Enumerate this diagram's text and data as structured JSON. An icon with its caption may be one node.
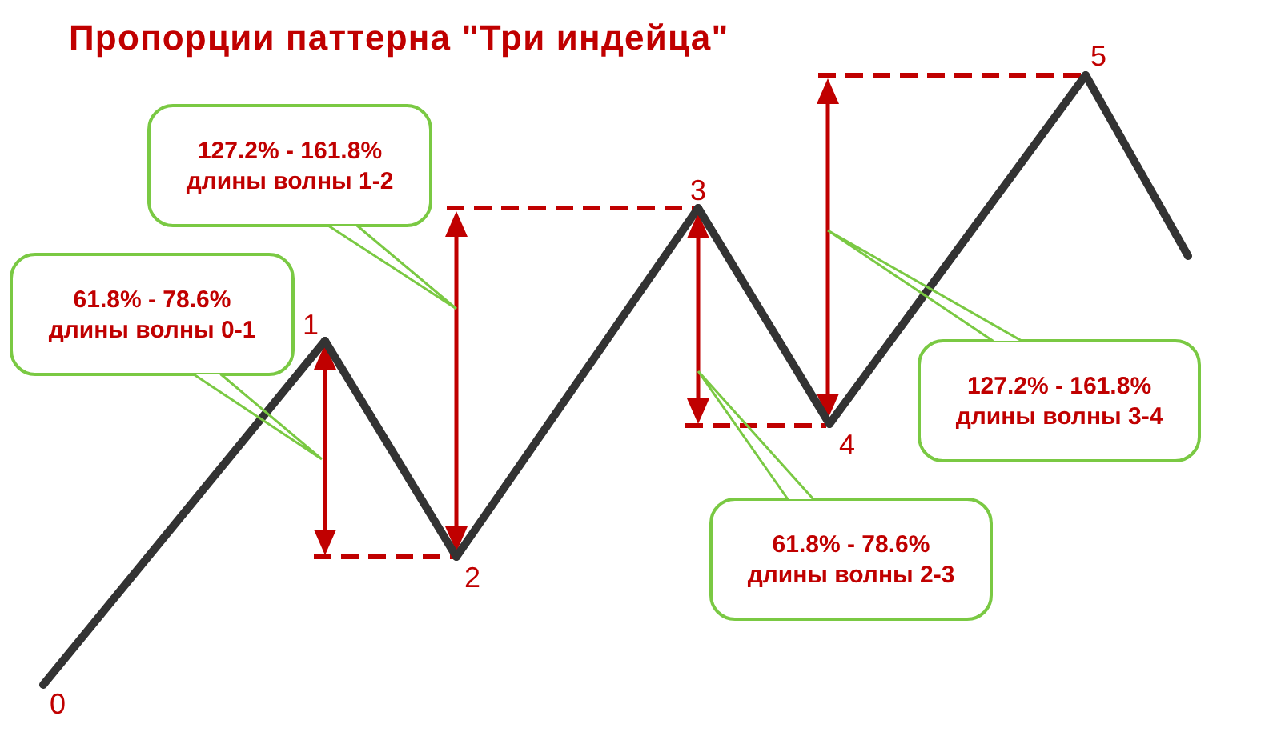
{
  "diagram": {
    "title": "Пропорции паттерна \"Три индейца\"",
    "nodes": [
      {
        "text": [
          "0"
        ]
      },
      {
        "text": [
          "1"
        ]
      },
      {
        "text": [
          "2"
        ]
      },
      {
        "text": [
          "3"
        ]
      },
      {
        "text": [
          "4"
        ]
      },
      {
        "text": [
          "5"
        ]
      },
      {
        "text": [
          "61.8% - 78.6% длины волны 0-1"
        ]
      },
      {
        "text": [
          "127.2% - 161.8% длины волны 1-2"
        ]
      },
      {
        "text": [
          "61.8% - 78.6% длины волны 2-3"
        ]
      },
      {
        "text": [
          "127.2% - 161.8% длины волны 3-4"
        ]
      }
    ],
    "edges": [
      {
        "from": 0,
        "to": 1,
        "arrow": "none"
      },
      {
        "from": 1,
        "to": 2,
        "arrow": "none"
      },
      {
        "from": 2,
        "to": 3,
        "arrow": "none"
      },
      {
        "from": 3,
        "to": 4,
        "arrow": "none"
      },
      {
        "from": 4,
        "to": 5,
        "arrow": "none"
      },
      {
        "from": 5,
        "to": null,
        "arrow": "none"
      },
      {
        "from": 6,
        "to": null,
        "arrow": "none",
        "color": "#7ac943"
      },
      {
        "from": 7,
        "to": null,
        "arrow": "none",
        "color": "#7ac943"
      },
      {
        "from": 8,
        "to": null,
        "arrow": "none",
        "color": "#7ac943"
      },
      {
        "from": 9,
        "to": null,
        "arrow": "none",
        "color": "#7ac943"
      }
    ]
  }
}
